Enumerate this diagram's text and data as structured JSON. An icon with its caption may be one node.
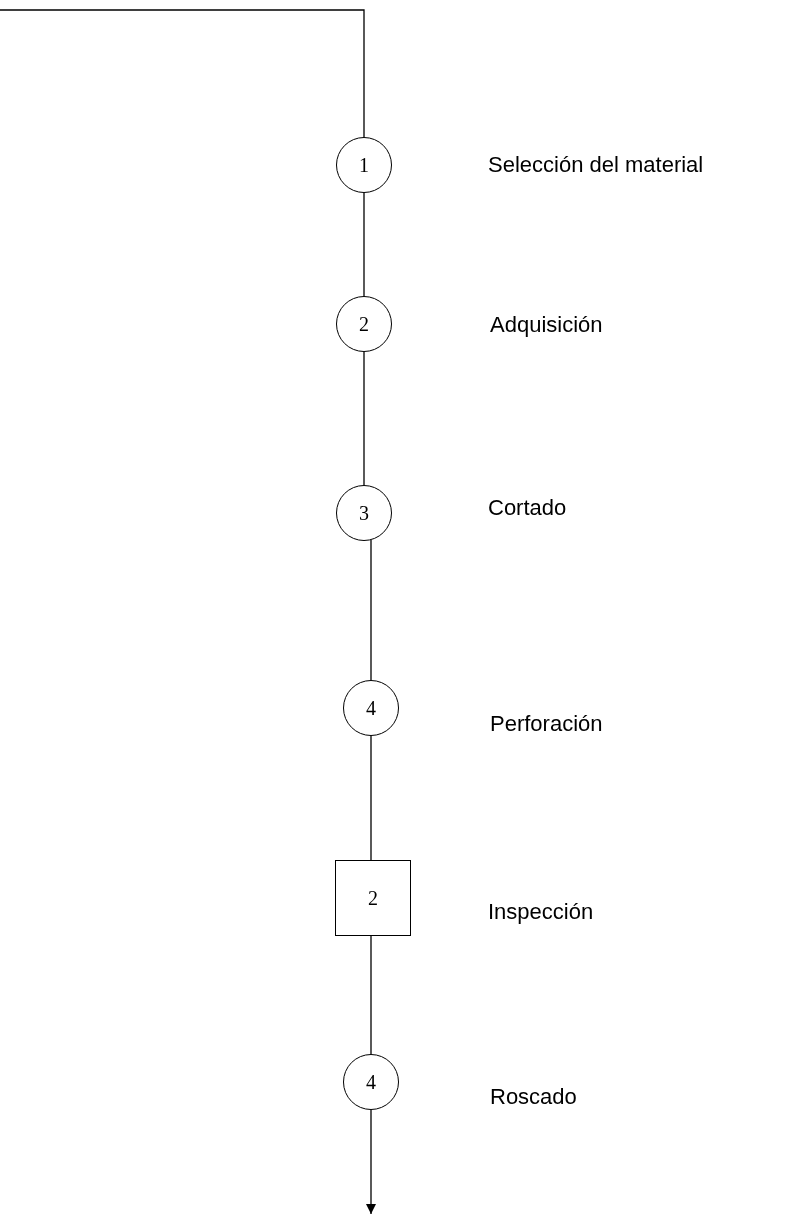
{
  "diagram": {
    "nodes": [
      {
        "text": [
          "1"
        ]
      },
      {
        "text": [
          "2"
        ]
      },
      {
        "text": [
          "3"
        ]
      },
      {
        "text": [
          "4"
        ]
      },
      {
        "text": [
          "2"
        ]
      },
      {
        "text": [
          "4"
        ]
      }
    ],
    "edges": [
      {
        "from": null,
        "to": 0,
        "arrow": "none"
      },
      {
        "from": 0,
        "to": 1,
        "arrow": "none"
      },
      {
        "from": 1,
        "to": 2,
        "arrow": "none"
      },
      {
        "from": 2,
        "to": 3,
        "arrow": "none"
      },
      {
        "from": 3,
        "to": 4,
        "arrow": "none"
      },
      {
        "from": 4,
        "to": 5,
        "arrow": "none"
      },
      {
        "from": 5,
        "to": null,
        "arrow": "to"
      }
    ],
    "labels": [
      "Selección del material",
      "Adquisición",
      "Cortado",
      "Perforación",
      "Inspección",
      "Roscado"
    ]
  }
}
